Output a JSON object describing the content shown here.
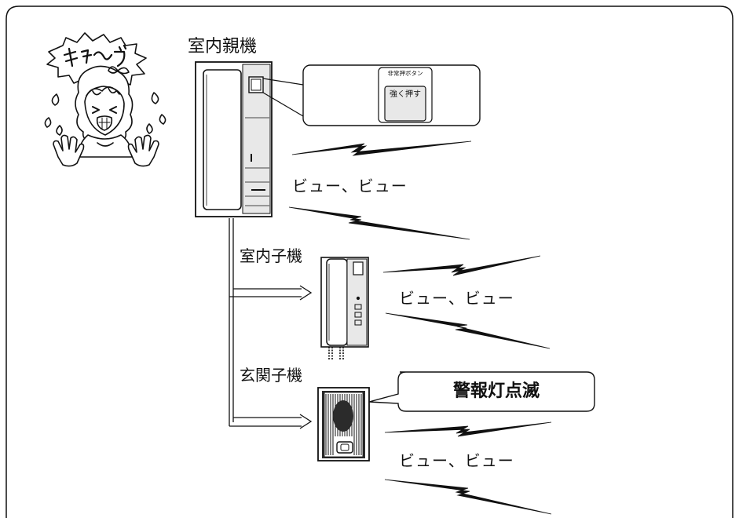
{
  "devices": {
    "main_unit": {
      "label": "室内親機"
    },
    "indoor_sub_unit": {
      "label": "室内子機"
    },
    "door_unit": {
      "label": "玄関子機"
    }
  },
  "callouts": {
    "emergency_button": {
      "caption": "非常押ボタン",
      "face_text": "強く押す"
    },
    "alarm_lamp": {
      "text": "警報灯点滅"
    }
  },
  "sounds": [
    "ビュー、ビュー",
    "ビュー、ビュー",
    "ビュー、ビュー"
  ],
  "illustration": {
    "shout_text": "キャ〜ッ"
  },
  "colors": {
    "stroke": "#111111",
    "device_face": "#e8e8e8",
    "device_dark": "#2b2b2b"
  }
}
